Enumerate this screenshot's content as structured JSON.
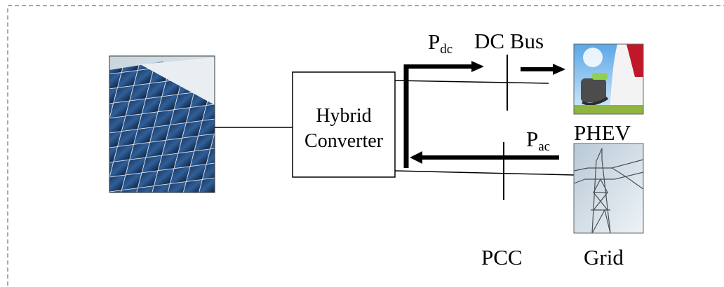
{
  "converter": {
    "line1": "Hybrid",
    "line2": "Converter"
  },
  "labels": {
    "dc_bus": "DC Bus",
    "p_dc": {
      "main": "P",
      "sub": "dc"
    },
    "p_ac": {
      "main": "P",
      "sub": "ac"
    },
    "phev": "PHEV",
    "grid": "Grid",
    "pcc": "PCC"
  },
  "images": {
    "solar": "solar-panel-photo",
    "phev": "ev-charging-photo",
    "grid": "transmission-tower-photo"
  }
}
